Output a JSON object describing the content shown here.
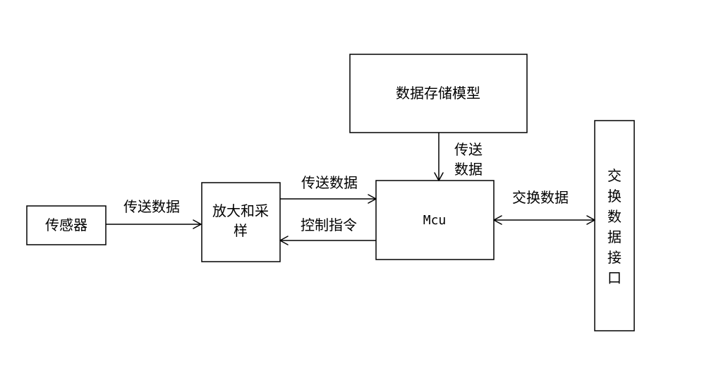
{
  "nodes": {
    "sensor": "传感器",
    "amp_line1": "放大和采",
    "amp_line2": "样",
    "mcu": "Mcu",
    "storage": "数据存储模型",
    "iface": [
      "交",
      "换",
      "数",
      "据",
      "接",
      "口"
    ]
  },
  "edges": {
    "sensor_to_amp": "传送数据",
    "amp_to_mcu": "传送数据",
    "mcu_to_amp": "控制指令",
    "storage_to_mcu_line1": "传送",
    "storage_to_mcu_line2": "数据",
    "mcu_iface": "交换数据"
  }
}
